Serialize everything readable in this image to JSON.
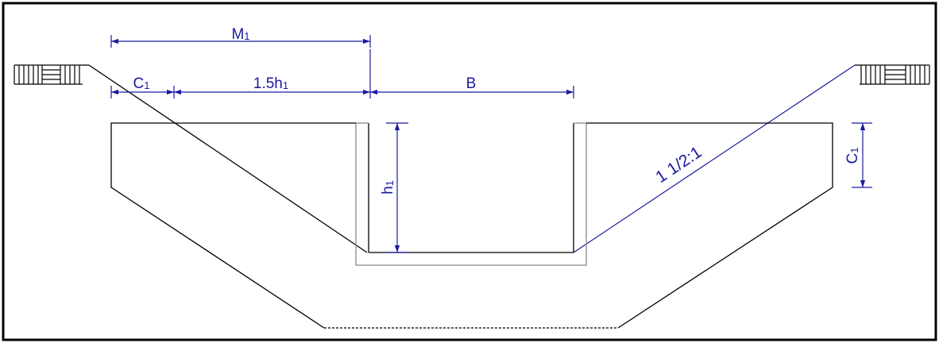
{
  "labels": {
    "m1_main": "M",
    "m1_sub": "1",
    "c1_top_main": "C",
    "c1_top_sub": "1",
    "slope_width_main": "1.5h",
    "slope_width_sub": "1",
    "bottom_width": "B",
    "depth_main": "h",
    "depth_sub": "1",
    "c1_right_main": "C",
    "c1_right_sub": "1",
    "slope_ratio": "1 1/2:1"
  },
  "colors": {
    "outline": "#000000",
    "dimension": "#1a1aa0",
    "lining": "#8a8a8a",
    "frame": "#000000"
  }
}
